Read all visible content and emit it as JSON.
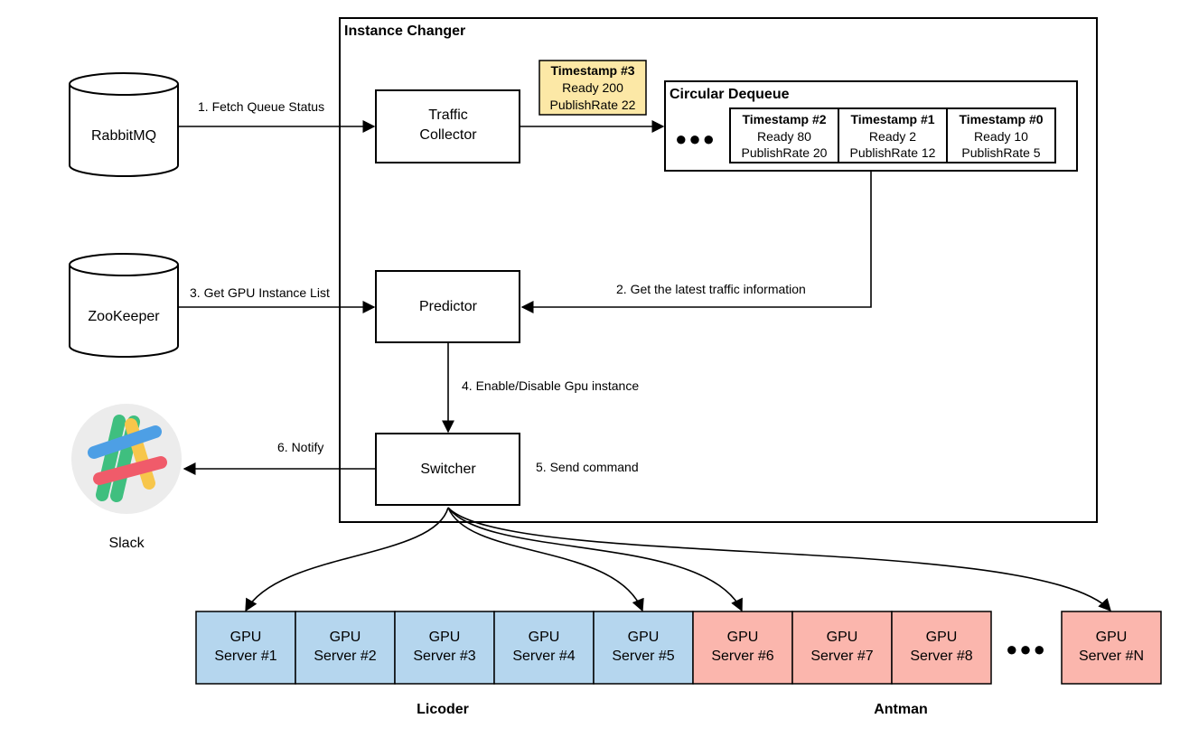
{
  "instance_changer": {
    "title": "Instance Changer"
  },
  "rabbitmq": {
    "label": "RabbitMQ"
  },
  "zookeeper": {
    "label": "ZooKeeper"
  },
  "traffic_collector": {
    "line1": "Traffic",
    "line2": "Collector"
  },
  "predictor": {
    "label": "Predictor"
  },
  "switcher": {
    "label": "Switcher"
  },
  "slack": {
    "label": "Slack"
  },
  "circular_dequeue": {
    "title": "Circular Dequeue",
    "ellipsis": "●●●",
    "cells": [
      {
        "title": "Timestamp #2",
        "ready": "Ready 80",
        "rate": "PublishRate 20"
      },
      {
        "title": "Timestamp #1",
        "ready": "Ready 2",
        "rate": "PublishRate 12"
      },
      {
        "title": "Timestamp #0",
        "ready": "Ready 10",
        "rate": "PublishRate 5"
      }
    ]
  },
  "new_timestamp": {
    "title": "Timestamp #3",
    "ready": "Ready 200",
    "rate": "PublishRate 22",
    "fill": "#fce8a6"
  },
  "edges": {
    "fetch": "1. Fetch Queue Status",
    "latest": "2. Get the latest traffic information",
    "gpu_list": "3. Get GPU Instance List",
    "enable": "4. Enable/Disable Gpu instance",
    "command": "5. Send command",
    "notify": "6. Notify"
  },
  "servers": [
    {
      "line1": "GPU",
      "line2": "Server #1",
      "group": "licoder"
    },
    {
      "line1": "GPU",
      "line2": "Server #2",
      "group": "licoder"
    },
    {
      "line1": "GPU",
      "line2": "Server #3",
      "group": "licoder"
    },
    {
      "line1": "GPU",
      "line2": "Server #4",
      "group": "licoder"
    },
    {
      "line1": "GPU",
      "line2": "Server #5",
      "group": "licoder"
    },
    {
      "line1": "GPU",
      "line2": "Server #6",
      "group": "antman"
    },
    {
      "line1": "GPU",
      "line2": "Server #7",
      "group": "antman"
    },
    {
      "line1": "GPU",
      "line2": "Server #8",
      "group": "antman"
    },
    {
      "line1": "GPU",
      "line2": "Server #N",
      "group": "antman"
    }
  ],
  "server_ellipsis": "●●●",
  "groups": {
    "licoder": {
      "label": "Licoder",
      "fill": "#b5d6ee",
      "text_color": "#2d7fc0"
    },
    "antman": {
      "label": "Antman",
      "fill": "#fbb6ad",
      "text_color": "#c9334a"
    }
  }
}
